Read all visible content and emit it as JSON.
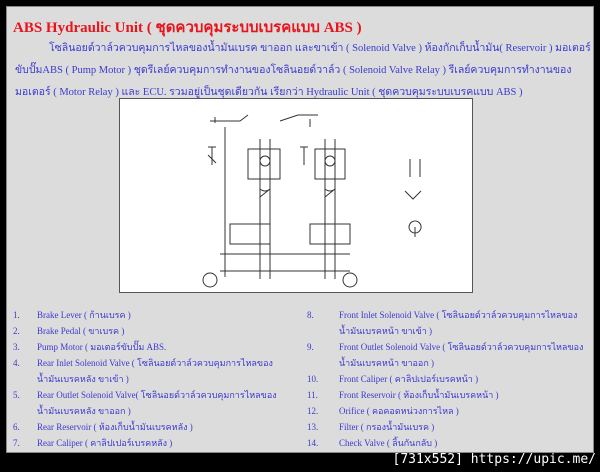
{
  "title": "ABS Hydraulic Unit ( ชุดควบคุมระบบเบรคแบบ ABS )",
  "intro": "โซลินอยด์วาล์วควบคุมการไหลของน้ำมันเบรค ขาออก และขาเข้า ( Solenoid Valve ) ห้องกักเก็บน้ำมัน( Reservoir ) มอเตอร์ขับปั๊มABS ( Pump Motor ) ชุดรีเลย์ควบคุมการทำงานของโซลินอยด์วาล์ว ( Solenoid Valve Relay ) รีเลย์ควบคุมการทำงานของมอเตอร์ ( Motor Relay ) และ ECU. รวมอยู่เป็นชุดเดียวกัน เรียกว่า Hydraulic Unit ( ชุดควบคุมระบบเบรคแบบ ABS )",
  "legend_left": [
    {
      "num": "1.",
      "text": "Brake Lever ( ก้านเบรค )"
    },
    {
      "num": "2.",
      "text": "Brake Pedal ( ขาเบรค )"
    },
    {
      "num": "3.",
      "text": "Pump Motor ( มอเตอร์ขับปั๊ม ABS."
    },
    {
      "num": "4.",
      "text": "Rear Inlet Solenoid Valve ( โซลินอยด์วาล์วควบคุมการไหลของน้ำมันเบรคหลัง ขาเข้า )"
    },
    {
      "num": "5.",
      "text": "Rear Outlet Solenoid Valve( โซลินอยด์วาล์วควบคุมการไหลของน้ำมันเบรคหลัง ขาออก )"
    },
    {
      "num": "6.",
      "text": "Rear Reservoir ( ห้องเก็บน้ำมันเบรคหลัง )"
    },
    {
      "num": "7.",
      "text": "Rear Caliper ( คาลิปเปอร์เบรคหลัง )"
    }
  ],
  "legend_right": [
    {
      "num": "8.",
      "text": "Front Inlet Solenoid Valve ( โซลินอยด์วาล์วควบคุมการไหลของน้ำมันเบรคหน้า ขาเข้า )"
    },
    {
      "num": "9.",
      "text": "Front Outlet Solenoid Valve ( โซลินอยด์วาล์วควบคุมการไหลของน้ำมันเบรคหน้า ขาออก )"
    },
    {
      "num": "10.",
      "text": "Front Caliper ( คาลิปเปอร์เบรคหน้า )"
    },
    {
      "num": "11.",
      "text": "Front Reservoir ( ห้องเก็บน้ำมันเบรคหน้า )"
    },
    {
      "num": "12.",
      "text": "Orifice ( คอคอดหน่วงการไหล )"
    },
    {
      "num": "13.",
      "text": "Filter ( กรองน้ำมันเบรค )"
    },
    {
      "num": "14.",
      "text": "Check Valve ( ลิ้นกันกลับ )"
    }
  ],
  "footer": "[731x552] https://upic.me/",
  "colors": {
    "title": "#e8141c",
    "text": "#3a3ad0",
    "panel": "#dcdcdc"
  }
}
